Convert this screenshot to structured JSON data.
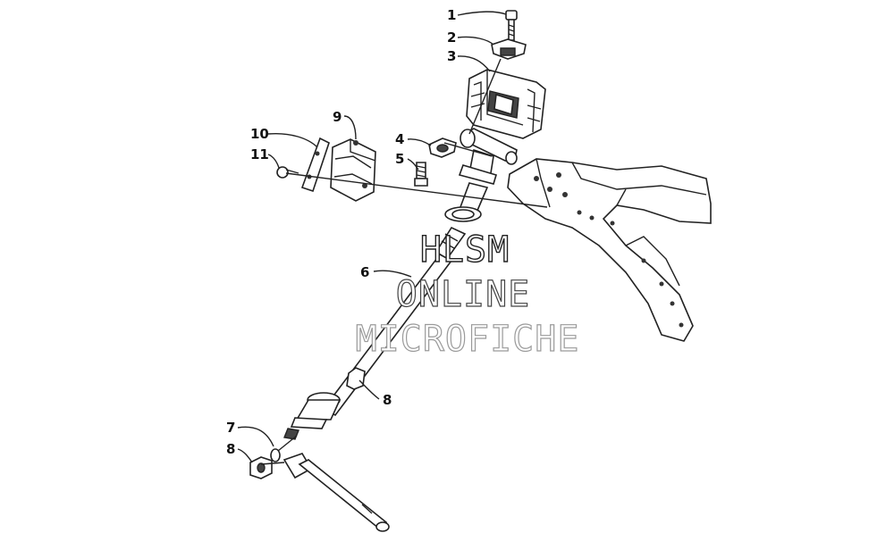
{
  "callouts": [
    {
      "id": "c1",
      "label": "1"
    },
    {
      "id": "c2",
      "label": "2"
    },
    {
      "id": "c3",
      "label": "3"
    },
    {
      "id": "c4",
      "label": "4"
    },
    {
      "id": "c5",
      "label": "5"
    },
    {
      "id": "c6",
      "label": "6"
    },
    {
      "id": "c7",
      "label": "7"
    },
    {
      "id": "c8a",
      "label": "8"
    },
    {
      "id": "c8b",
      "label": "8"
    },
    {
      "id": "c9",
      "label": "9"
    },
    {
      "id": "c10",
      "label": "10"
    },
    {
      "id": "c11",
      "label": "11"
    }
  ],
  "watermark": {
    "line1": "HLSM",
    "line2": "ONLINE",
    "line3": "MICROFICHE"
  }
}
